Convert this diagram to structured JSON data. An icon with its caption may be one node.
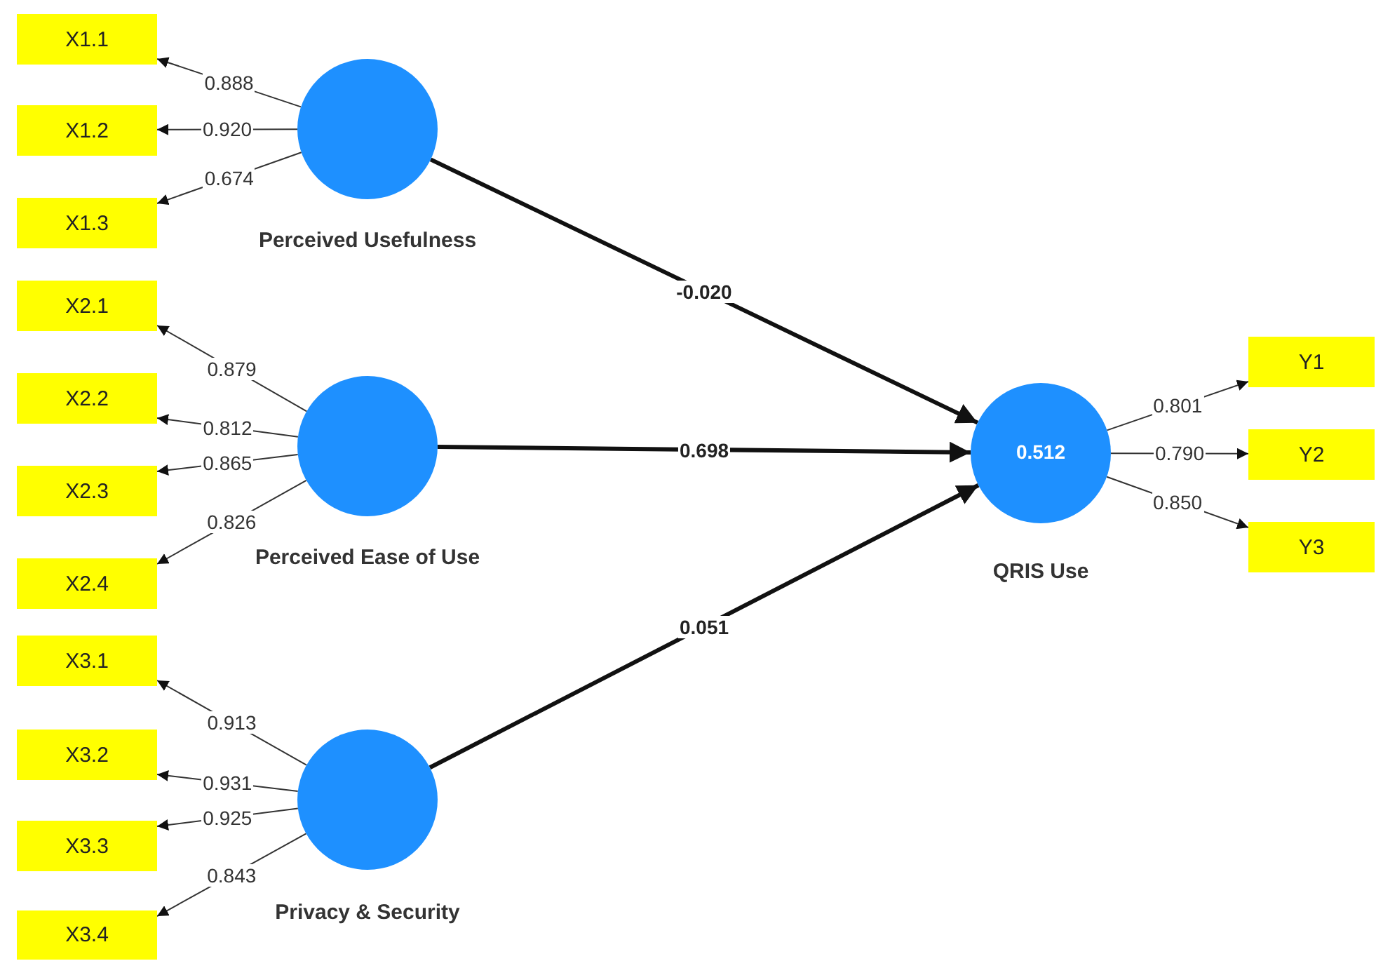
{
  "diagram": {
    "nodes": [
      {
        "text": [
          "X1.1"
        ]
      },
      {
        "text": [
          "X1.2"
        ]
      },
      {
        "text": [
          "X1.3"
        ]
      },
      {
        "text": [
          "Perceived Usefulness"
        ]
      },
      {
        "text": [
          "X2.1"
        ]
      },
      {
        "text": [
          "X2.2"
        ]
      },
      {
        "text": [
          "X2.3"
        ]
      },
      {
        "text": [
          "X2.4"
        ]
      },
      {
        "text": [
          "Perceived Ease of Use"
        ]
      },
      {
        "text": [
          "X3.1"
        ]
      },
      {
        "text": [
          "X3.2"
        ]
      },
      {
        "text": [
          "X3.3"
        ]
      },
      {
        "text": [
          "X3.4"
        ]
      },
      {
        "text": [
          "Privacy & Security"
        ]
      },
      {
        "text": [
          "0.512",
          "QRIS Use"
        ]
      },
      {
        "text": [
          "Y1"
        ]
      },
      {
        "text": [
          "Y2"
        ]
      },
      {
        "text": [
          "Y3"
        ]
      }
    ],
    "edges": [
      {
        "from": 3,
        "to": 0,
        "arrow": "to",
        "label": "0.888"
      },
      {
        "from": 3,
        "to": 1,
        "arrow": "to",
        "label": "0.920"
      },
      {
        "from": 3,
        "to": 2,
        "arrow": "to",
        "label": "0.674"
      },
      {
        "from": 8,
        "to": 4,
        "arrow": "to",
        "label": "0.879"
      },
      {
        "from": 8,
        "to": 5,
        "arrow": "to",
        "label": "0.812"
      },
      {
        "from": 8,
        "to": 6,
        "arrow": "to",
        "label": "0.865"
      },
      {
        "from": 8,
        "to": 7,
        "arrow": "to",
        "label": "0.826"
      },
      {
        "from": 13,
        "to": 9,
        "arrow": "to",
        "label": "0.913"
      },
      {
        "from": 13,
        "to": 10,
        "arrow": "to",
        "label": "0.931"
      },
      {
        "from": 13,
        "to": 11,
        "arrow": "to",
        "label": "0.925"
      },
      {
        "from": 13,
        "to": 12,
        "arrow": "to",
        "label": "0.843"
      },
      {
        "from": 3,
        "to": 14,
        "arrow": "to",
        "label": "-0.020",
        "style": "thick"
      },
      {
        "from": 8,
        "to": 14,
        "arrow": "to",
        "label": "0.698",
        "style": "thick"
      },
      {
        "from": 13,
        "to": 14,
        "arrow": "to",
        "label": "0.051",
        "style": "thick"
      },
      {
        "from": 14,
        "to": 15,
        "arrow": "to",
        "label": "0.801"
      },
      {
        "from": 14,
        "to": 16,
        "arrow": "to",
        "label": "0.790"
      },
      {
        "from": 14,
        "to": 17,
        "arrow": "to",
        "label": "0.850"
      }
    ]
  }
}
